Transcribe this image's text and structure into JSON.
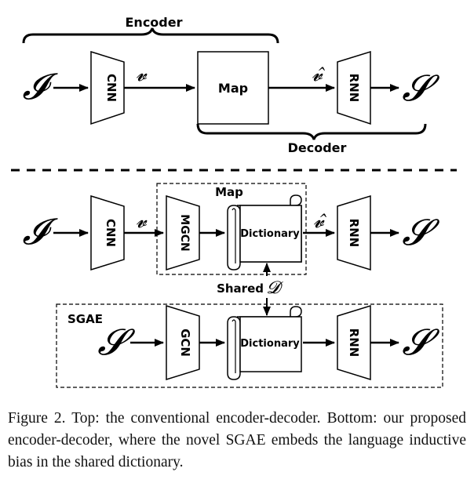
{
  "top": {
    "encoder_label": "Encoder",
    "decoder_label": "Decoder",
    "input_symbol": "𝓘",
    "cnn_label": "CNN",
    "feature_symbol": "𝓿",
    "map_label": "Map",
    "mapped_feature_symbol": "𝓿̂",
    "rnn_label": "RNN",
    "output_symbol": "𝓢"
  },
  "bottom": {
    "input_symbol": "𝓘",
    "cnn_label": "CNN",
    "feature_symbol": "𝓿",
    "map_label": "Map",
    "mgcn_label": "MGCN",
    "dictionary_label": "Dictionary",
    "mapped_feature_symbol": "𝓿̂",
    "rnn_label": "RNN",
    "output_symbol": "𝓢",
    "shared_label": "Shared",
    "shared_symbol": "𝓓"
  },
  "sgae": {
    "title": "SGAE",
    "input_symbol": "𝓢",
    "gcn_label": "GCN",
    "dictionary_label": "Dictionary",
    "rnn_label": "RNN",
    "output_symbol": "𝓢"
  },
  "caption": "Figure 2. Top: the conventional encoder-decoder. Bottom: our proposed encoder-decoder, where the novel SGAE embeds the language inductive bias in the shared dictionary."
}
